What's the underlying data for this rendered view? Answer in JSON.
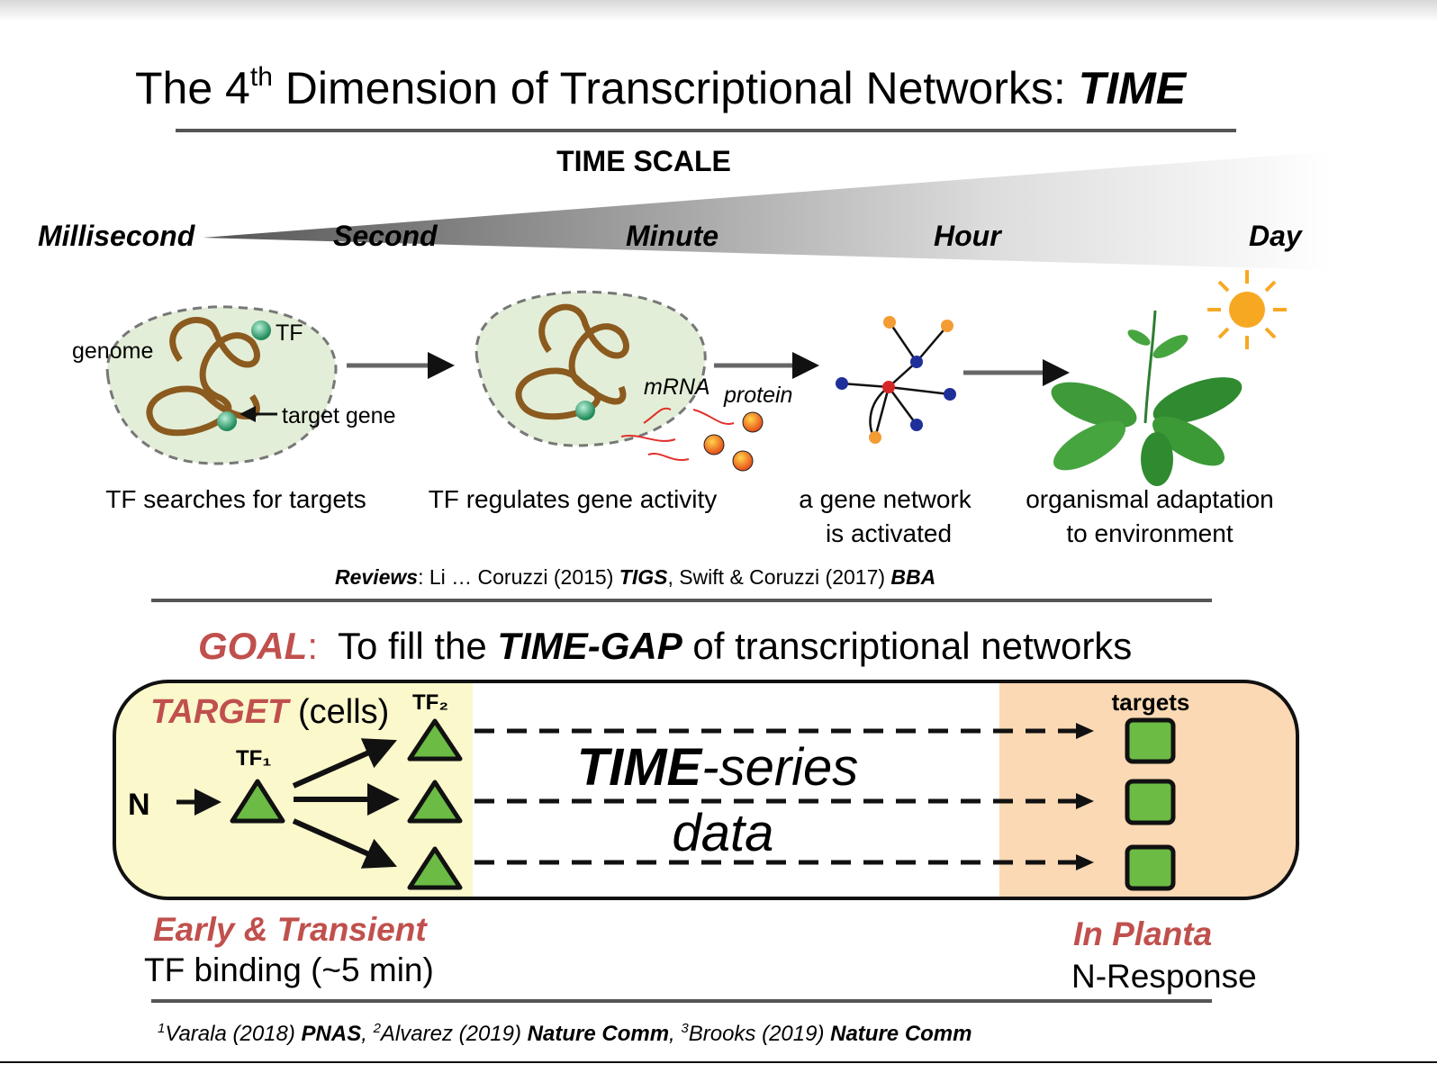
{
  "title": {
    "prefix": "The 4",
    "sup": "th",
    "middle": " Dimension of Transcriptional Networks: ",
    "emph": "TIME"
  },
  "time_scale": {
    "heading": "TIME SCALE",
    "labels": [
      "Millisecond",
      "Second",
      "Minute",
      "Hour",
      "Day"
    ]
  },
  "stages": {
    "cell1": {
      "genome": "genome",
      "tf": "TF",
      "target_gene": "target gene",
      "caption": "TF searches for targets"
    },
    "cell2": {
      "mrna": "mRNA",
      "protein": "protein",
      "caption": "TF regulates gene activity"
    },
    "network": {
      "caption_line1": "a gene network",
      "caption_line2": "is activated"
    },
    "plant": {
      "caption_line1": "organismal adaptation",
      "caption_line2": "to environment"
    }
  },
  "reviews": {
    "label": "Reviews",
    "text1": ": Li … Coruzzi (2015) ",
    "j1": "TIGS",
    "text2": ", Swift & Coruzzi (2017) ",
    "j2": "BBA"
  },
  "goal": {
    "label": "GOAL",
    "colon": ":",
    "text1": "To fill the ",
    "emph": "TIME-GAP",
    "text2": " of transcriptional networks"
  },
  "box": {
    "target": "TARGET",
    "cells": " (cells)",
    "n": "N",
    "tf1": "TF₁",
    "tf2": "TF₂",
    "time_series_emph": "TIME",
    "time_series_rest": "-series",
    "data": "data",
    "targets": "targets"
  },
  "bottom": {
    "early": "Early & Transient",
    "binding": "TF binding (~5 min)",
    "in_planta": "In Planta",
    "n_response": "N-Response"
  },
  "citation": {
    "s1": "1",
    "a1": "Varala (2018) ",
    "j1": "PNAS",
    "sep1": ", ",
    "s2": "2",
    "a2": "Alvarez (2019) ",
    "j2": "Nature Comm",
    "sep2": ", ",
    "s3": "3",
    "a3": "Brooks (2019) ",
    "j3": "Nature Comm"
  },
  "colors": {
    "accent_red": "#c0504d",
    "yellow": "#fbf8cc",
    "orange": "#fad9b4",
    "green": "#6cbb45"
  }
}
